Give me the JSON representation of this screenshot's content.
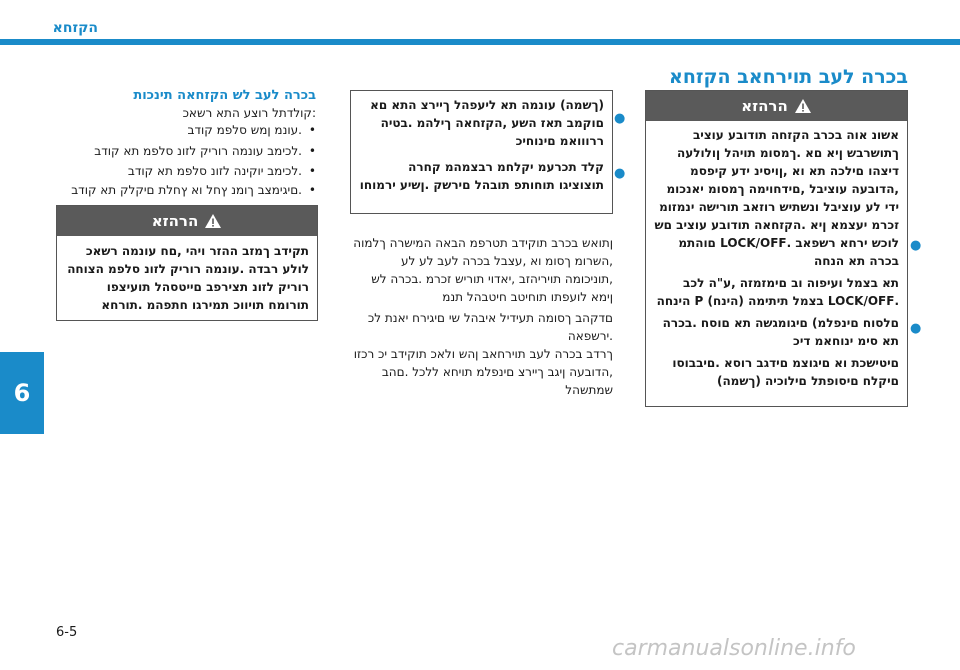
{
  "header": {
    "title": "הקזחא",
    "chapter": "6"
  },
  "footer": {
    "page": "6-5",
    "watermark": "carmanualsonline.info"
  },
  "right": {
    "title": "בכרה לעב תוירחאב הקזחא",
    "warning_title": "הרהזא",
    "items": [
      "אשונ אוה בכרב הקזחה תודובע עוציב ךתושרבש ןיא םא .ךמסומ תויהל ןולולעה דיצהו םילכה תא וא ,ןויסינ ידע קיפסמ ,הדובעה עוציבל ,םידחוימה ךמסומ יאנכומ ידי לע עוציבל ונשתיש רוזאב תורישה ינמזומ זכרמ יעצמא ןיא .הקזחאה תודובע עוציב םש לוכש ירחא רשפאב .LOCK/OFF םוהתמ בכרה תא הנחה",
      "תא בצמל ועיפוה וב םימזמזה ,ע\"ה לכב .LOCK/OFF בצמל תיתימה (הינח) P הינחה",
      "םלסוח םינפלמ) םיגומגשה תא םוסח .בכרה תא סימ ינוחאמ דיכ",
      "םיטישכת וא םיגוצמ םידגב רוסא .םיבבוסו םיקלח םיסופתל םילוכיה (ךשמה)"
    ]
  },
  "middle": {
    "continuation_items": [
      "(ךשמה) עונמה תא ליעפהל ךיירצ התא םא םוקמב תאז השע ,הקזחאה ךילהמ .בטיה ררווואמ םינוחיכ",
      "קלד תכרעמ יקלחמ רבצמהמ קחרה תוצוציגו תוחותפ תובהל םירשק .ןשיע ירמוחו"
    ],
    "paragraphs": [
      "ןתואש בכרב תוקידב תטרפמ הבאה המישרה ךלמוה ,השרומ ךסומ וא ,עצבל בכרה לעב לע לע ,תוניכומה תויריהזב ,יאדוי תוריש זכרמ .בכרה לש ןימא לועפתו תוחיטב חיטבהל תנמ",
      "םדקהב ךסומה תעידיל איבהל שי םיגירח יאנת לכ .ירשפאה",
      "ךרדב בכרה לעב תוירחאב ןהש ולאכ תוקידב יכ רכזו ,הדובעה ןיגב ךיירצ םינפלמ תויחא ללכל .םהב שמתשהל"
    ]
  },
  "left": {
    "subtitle": "בכרה לעב לש הקזחאה תינכות",
    "intro": ":קולדתל רוצע התא רשאכ",
    "items": [
      ".עונמ ןמש סלפמ קודב",
      ".לכימב עונמה רוריק לזונ סלפמ תא קודב",
      ".לכימב יוקינה לזונ סלפמ תא קודב",
      ".םיגימצב ךומנ ץחל וא ץחלת םיקלק תא קודב"
    ],
    "warning_title": "הרהזא",
    "warning_text": "תקידב ךמזב ההזר ויהי ,םח עונמה רשאכ לולע רבדה .עונמה רוריק לזונ סלפמ הצוחה רוריק לזונ תציר​פב םייטסהל תועיצפו תורומח תויווכ תמירגו חתפהמ .תורחא"
  },
  "colors": {
    "accent": "#1a8bc9",
    "warning_header": "#5a5a5a"
  },
  "icons": {
    "warning": "warning-triangle-icon"
  }
}
